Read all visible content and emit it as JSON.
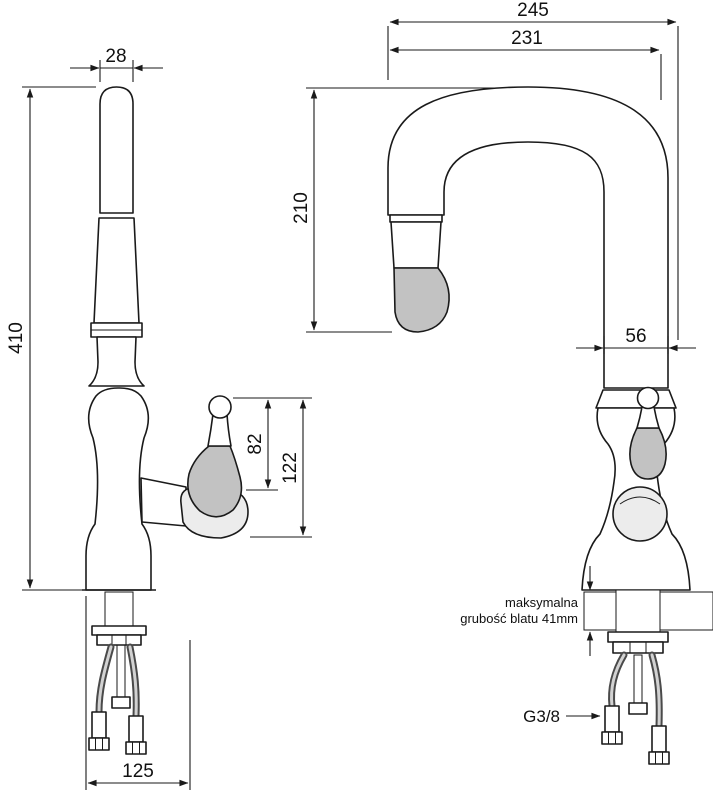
{
  "left_view": {
    "dim_spout_width": "28",
    "dim_total_height": "410",
    "dim_lever_height": "82",
    "dim_handle_height": "122",
    "dim_base_width": "125"
  },
  "right_view": {
    "dim_overall_width": "245",
    "dim_spout_reach": "231",
    "dim_spout_height": "210",
    "dim_body_width": "56",
    "countertop_note_line1": "maksymalna",
    "countertop_note_line2": "grubość blatu 41mm",
    "thread_size": "G3/8"
  }
}
